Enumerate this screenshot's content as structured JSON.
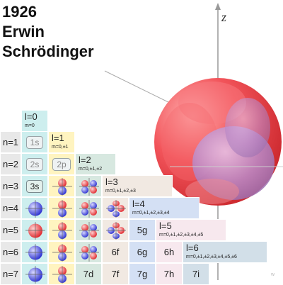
{
  "header": {
    "year": "1926",
    "first_name": "Erwin",
    "last_name": "Schrödinger"
  },
  "axis": {
    "z_label": "z"
  },
  "colors": {
    "s": "#cdeeee",
    "p": "#fff4c0",
    "d": "#d7e8e0",
    "f": "#f1e9e2",
    "g": "#d4e0f4",
    "h": "#f7e8ee",
    "i": "#d2dfe8"
  },
  "l_headers": [
    {
      "l": "l=0",
      "m": "m=0"
    },
    {
      "l": "l=1",
      "m": "m=0,±1"
    },
    {
      "l": "l=2",
      "m": "m=0,±1,±2"
    },
    {
      "l": "l=3",
      "m": "m=0,±1,±2,±3"
    },
    {
      "l": "l=4",
      "m": "m=0,±1,±2,±3,±4"
    },
    {
      "l": "l=5",
      "m": "m=0,±1,±2,±3,±4,±5"
    },
    {
      "l": "l=6",
      "m": "m=0,±1,±2,±3,±4,±5,±6"
    }
  ],
  "rows": [
    {
      "n": "n=1",
      "cells": [
        "1s"
      ]
    },
    {
      "n": "n=2",
      "cells": [
        "2s",
        "2p"
      ]
    },
    {
      "n": "n=3",
      "cells": [
        "3s",
        "",
        ""
      ]
    },
    {
      "n": "n=4",
      "cells": [
        "",
        "",
        "",
        ""
      ]
    },
    {
      "n": "n=5",
      "cells": [
        "",
        "",
        "",
        "",
        "5g"
      ]
    },
    {
      "n": "n=6",
      "cells": [
        "",
        "",
        "",
        "6f",
        "6g",
        "6h"
      ]
    },
    {
      "n": "n=7",
      "cells": [
        "",
        "",
        "7d",
        "7f",
        "7g",
        "7h",
        "7i"
      ]
    }
  ],
  "watermark": "w"
}
